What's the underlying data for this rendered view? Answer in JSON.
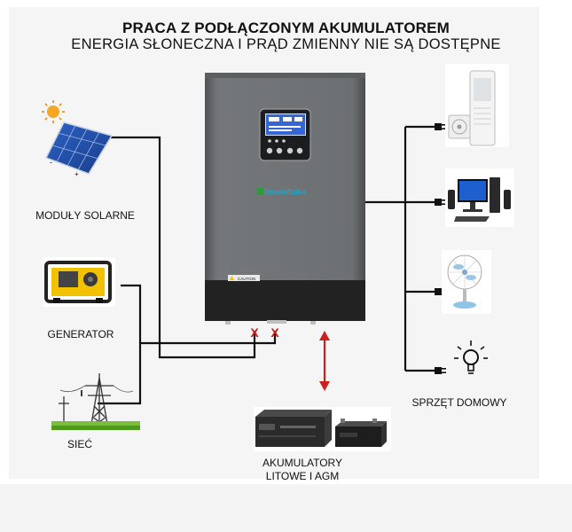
{
  "title_line1": "PRACA Z PODŁĄCZONYM AKUMULATOREM",
  "title_line2": "ENERGIA SŁONECZNA I PRĄD ZMIENNY NIE SĄ DOSTĘPNE",
  "sources": {
    "solar": "MODUŁY SOLARNE",
    "generator": "GENERATOR",
    "grid": "SIEĆ"
  },
  "loads_label": "SPRZĘT DOMOWY",
  "battery_label_line1": "AKUMULATORY",
  "battery_label_line2": "LITOWE I AGM",
  "inverter": {
    "brand": "fotowoltaika",
    "caution": "CAUTION"
  },
  "disconnect_marks": [
    "X",
    "X"
  ],
  "colors": {
    "wire": "#111111",
    "disconnect": "#d11919",
    "battery_arrow": "#cc1f1f",
    "inverter_body": "#6a6c6f",
    "inverter_base": "#222222",
    "brand": "#17a8c9"
  },
  "icons": [
    "sun-icon",
    "solar-panel-icon",
    "generator-icon",
    "power-pylon-icon",
    "air-conditioner-icon",
    "computer-icon",
    "fan-icon",
    "light-bulb-icon",
    "battery-rack-icon",
    "agm-battery-icon",
    "plug-icon"
  ]
}
